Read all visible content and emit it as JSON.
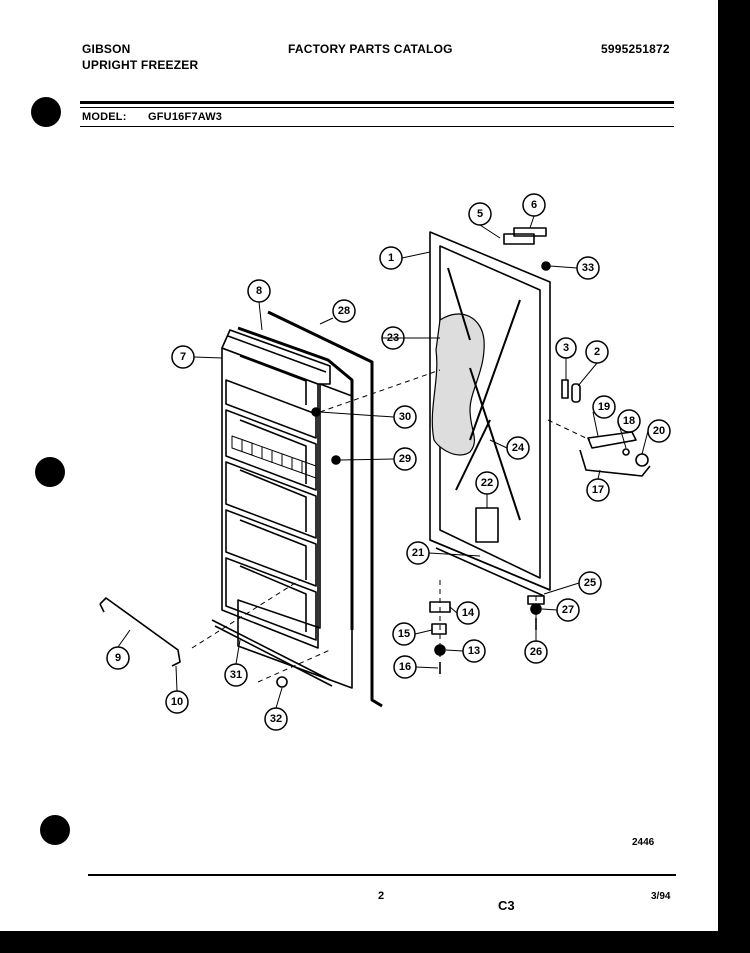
{
  "header": {
    "brand": "GIBSON",
    "product": "UPRIGHT FREEZER",
    "catalog_title": "FACTORY PARTS CATALOG",
    "catalog_number": "5995251872",
    "model_label": "MODEL:",
    "model_value": "GFU16F7AW3"
  },
  "diagram": {
    "callouts": [
      "1",
      "2",
      "3",
      "5",
      "6",
      "7",
      "8",
      "9",
      "10",
      "13",
      "14",
      "15",
      "16",
      "17",
      "18",
      "19",
      "20",
      "21",
      "22",
      "23",
      "24",
      "25",
      "26",
      "27",
      "28",
      "29",
      "30",
      "31",
      "32",
      "33"
    ]
  },
  "footer": {
    "figure_number": "2446",
    "page_number": "2",
    "section_code": "C3",
    "date": "3/94"
  }
}
